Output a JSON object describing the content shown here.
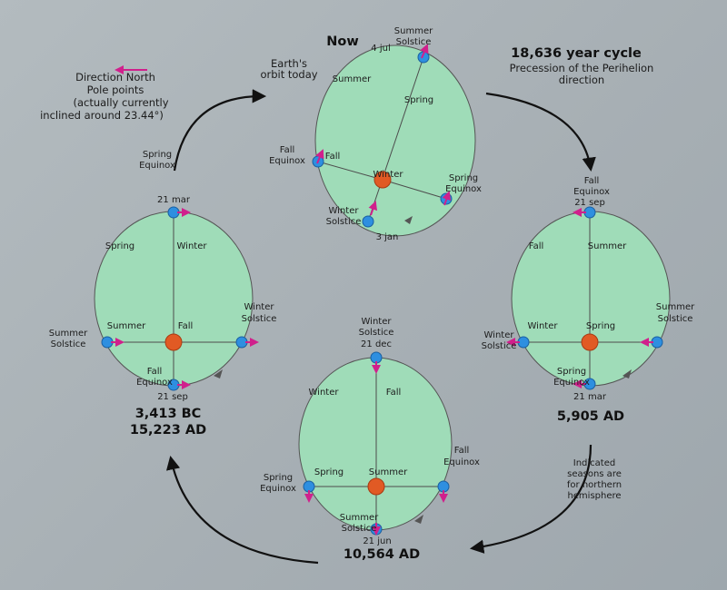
{
  "diagram": {
    "title_now": "Now",
    "cycle_title": "18,636 year cycle",
    "cycle_sub": "Precession of the Perihelion",
    "cycle_sub2": "direction",
    "orbit_today_1": "Earth's",
    "orbit_today_2": "orbit today",
    "direction_north_1": "Direction North",
    "direction_north_2": "Pole points",
    "direction_north_3": "(actually currently",
    "direction_north_4": "inclined around 23.44°)",
    "note_1": "Indicated",
    "note_2": "seasons are",
    "note_3": "for northern",
    "note_4": "hemisphere",
    "colors": {
      "orbit": "#9fdcb8",
      "earth": "#2e8fe0",
      "sun": "#e15a24",
      "tilt_arrow": "#d0208c"
    }
  },
  "orbits": {
    "now": {
      "summer_solstice_1": "Summer",
      "summer_solstice_2": "Solstice",
      "date_top": "4 jul",
      "season_summer": "Summer",
      "season_spring": "Spring",
      "fall_equinox_1": "Fall",
      "fall_equinox_2": "Equinox",
      "season_fall": "Fall",
      "season_winter": "Winter",
      "spring_equinox_1": "Spring",
      "spring_equinox_2": "Equinox",
      "winter_solstice_1": "Winter",
      "winter_solstice_2": "Solstice",
      "date_bottom": "3 jan"
    },
    "left": {
      "date_top": "21 mar",
      "season_spring": "Spring",
      "season_winter": "Winter",
      "winter_solstice_1": "Winter",
      "winter_solstice_2": "Solstice",
      "summer_solstice_1": "Summer",
      "summer_solstice_2": "Solstice",
      "season_summer": "Summer",
      "season_fall": "Fall",
      "fall_equinox_1": "Fall",
      "fall_equinox_2": "Equinox",
      "date_bottom": "21 sep",
      "year_1": "3,413 BC",
      "year_2": "15,223 AD",
      "spring_equinox_1": "Spring",
      "spring_equinox_2": "Equinox"
    },
    "right": {
      "fall_equinox_1": "Fall",
      "fall_equinox_2": "Equinox",
      "date_top": "21 sep",
      "season_fall": "Fall",
      "season_summer": "Summer",
      "summer_solstice_1": "Summer",
      "summer_solstice_2": "Solstice",
      "winter_solstice_1": "Winter",
      "winter_solstice_2": "Solstice",
      "season_winter": "Winter",
      "season_spring": "Spring",
      "spring_equinox_1": "Spring",
      "spring_equinox_2": "Equinox",
      "date_bottom": "21 mar",
      "year": "5,905 AD"
    },
    "bottom": {
      "winter_solstice_1": "Winter",
      "winter_solstice_2": "Solstice",
      "date_top": "21 dec",
      "season_winter": "Winter",
      "season_fall": "Fall",
      "fall_equinox_1": "Fall",
      "fall_equinox_2": "Equinox",
      "spring_equinox_1": "Spring",
      "spring_equinox_2": "Equinox",
      "season_spring": "Spring",
      "season_summer": "Summer",
      "summer_solstice_1": "Summer",
      "summer_solstice_2": "Solstice",
      "date_bottom": "21 jun",
      "year": "10,564 AD"
    }
  }
}
